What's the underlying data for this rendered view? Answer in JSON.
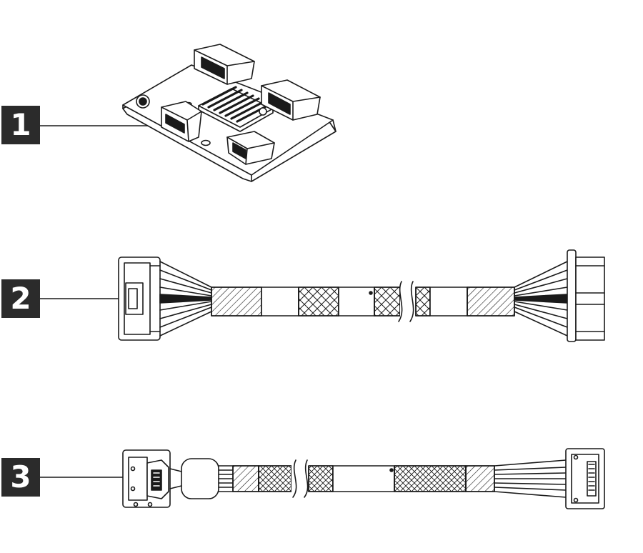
{
  "callouts": [
    {
      "id": "1",
      "label": "1",
      "part": "adapter-board"
    },
    {
      "id": "2",
      "label": "2",
      "part": "cable-straight-connectors"
    },
    {
      "id": "3",
      "label": "3",
      "part": "cable-latched-connectors"
    }
  ],
  "colors": {
    "line": "#1a1a1a",
    "badge": "#2b2b2b",
    "badge_text": "#ffffff",
    "background": "#ffffff"
  }
}
